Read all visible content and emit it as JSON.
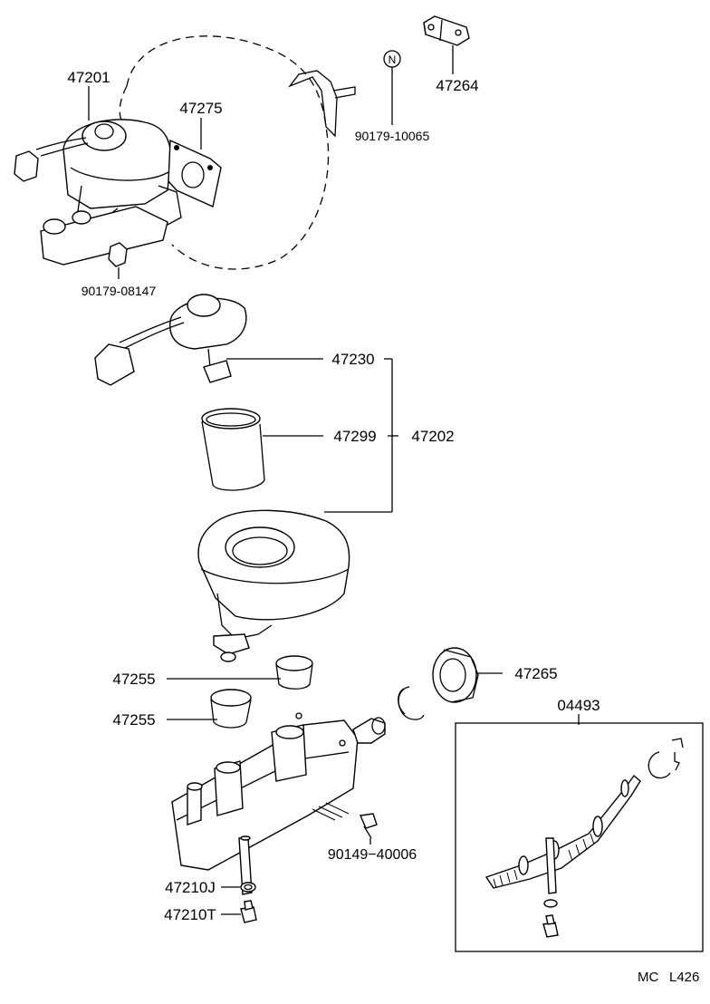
{
  "parts": [
    {
      "id": "p47201",
      "number": "47201"
    },
    {
      "id": "p47275",
      "number": "47275"
    },
    {
      "id": "p90179-10065",
      "number": "90179-10065"
    },
    {
      "id": "p47264",
      "number": "47264"
    },
    {
      "id": "p90179-08147",
      "number": "90179-08147"
    },
    {
      "id": "p47230",
      "number": "47230"
    },
    {
      "id": "p47299",
      "number": "47299"
    },
    {
      "id": "p47202",
      "number": "47202"
    },
    {
      "id": "p47255a",
      "number": "47255"
    },
    {
      "id": "p47255b",
      "number": "47255"
    },
    {
      "id": "p47265",
      "number": "47265"
    },
    {
      "id": "p04493",
      "number": "04493"
    },
    {
      "id": "p90149-40006",
      "number": "90149−40006"
    },
    {
      "id": "p47210J",
      "number": "47210J"
    },
    {
      "id": "p47210T",
      "number": "47210T"
    }
  ],
  "marker_symbol": "N",
  "footer": {
    "code_left": "MC",
    "code_right": "L426"
  }
}
